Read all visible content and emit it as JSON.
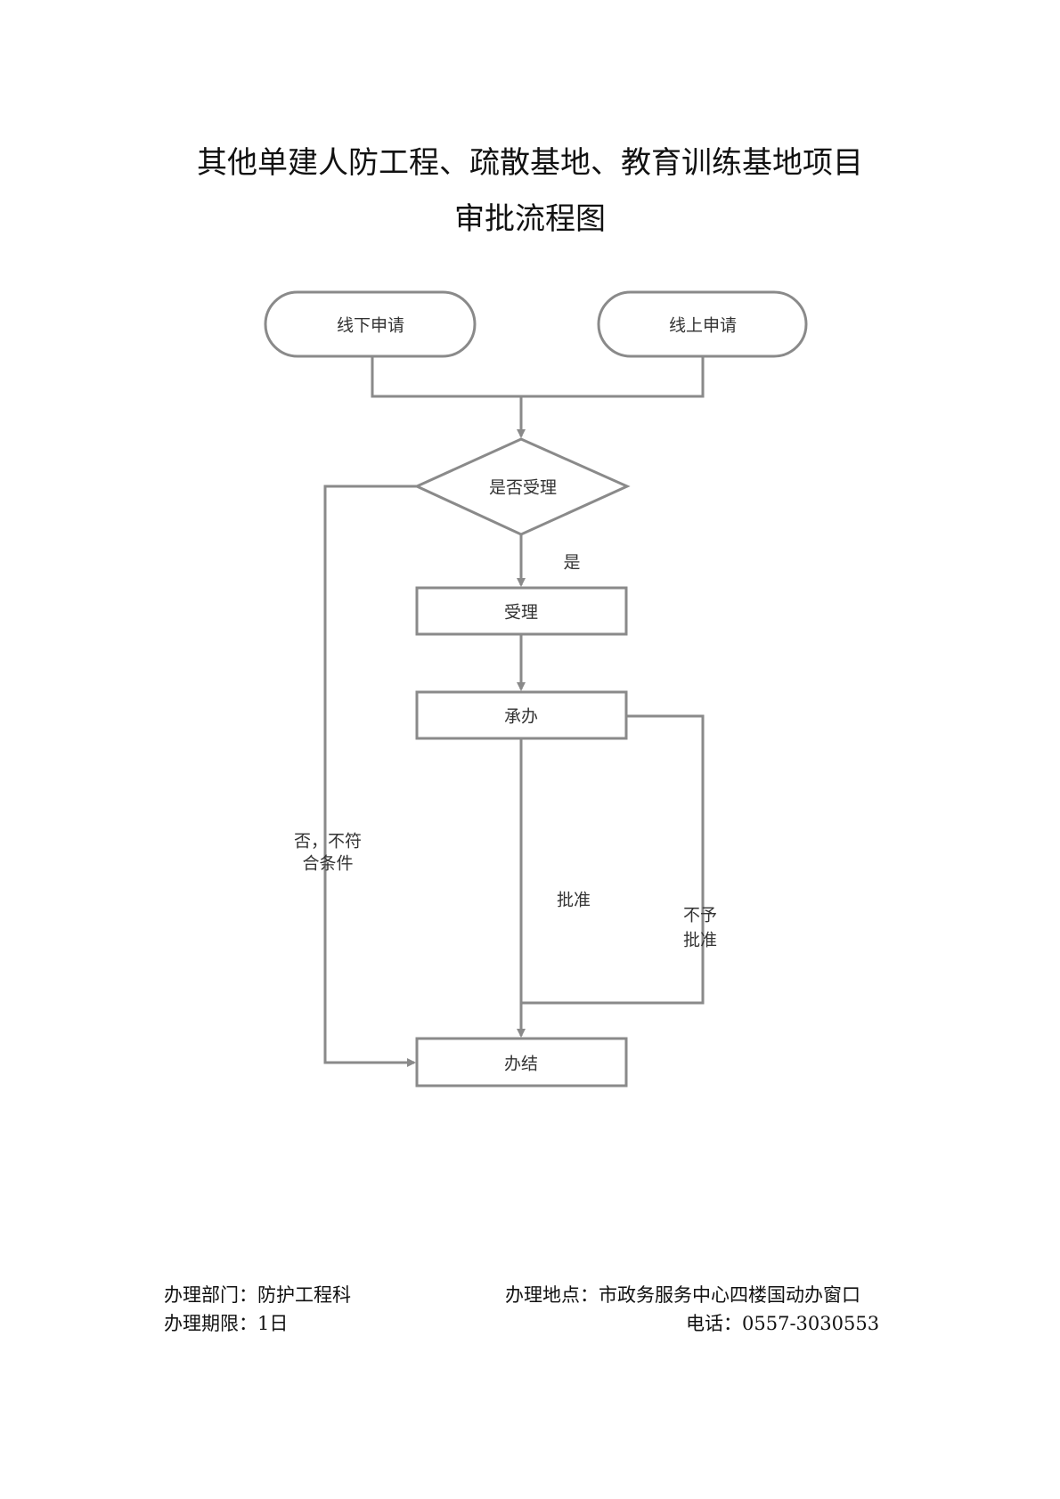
{
  "title": {
    "line1": "其他单建人防工程、疏散基地、教育训练基地项目",
    "line2": "审批流程图"
  },
  "flow": {
    "offline_apply": "线下申请",
    "online_apply": "线上申请",
    "decision": "是否受理",
    "yes_label": "是",
    "accept": "受理",
    "handle": "承办",
    "no_label_line1": "否，不符",
    "no_label_line2": "合条件",
    "approve_label": "批准",
    "reject_label_line1": "不予",
    "reject_label_line2": "批准",
    "finish": "办结"
  },
  "footer": {
    "department": "办理部门：防护工程科",
    "location": "办理地点：市政务服务中心四楼国动办窗口",
    "time_limit": "办理期限：1日",
    "phone": "电话：0557-3030553"
  },
  "colors": {
    "line": "#8a8a8a"
  }
}
